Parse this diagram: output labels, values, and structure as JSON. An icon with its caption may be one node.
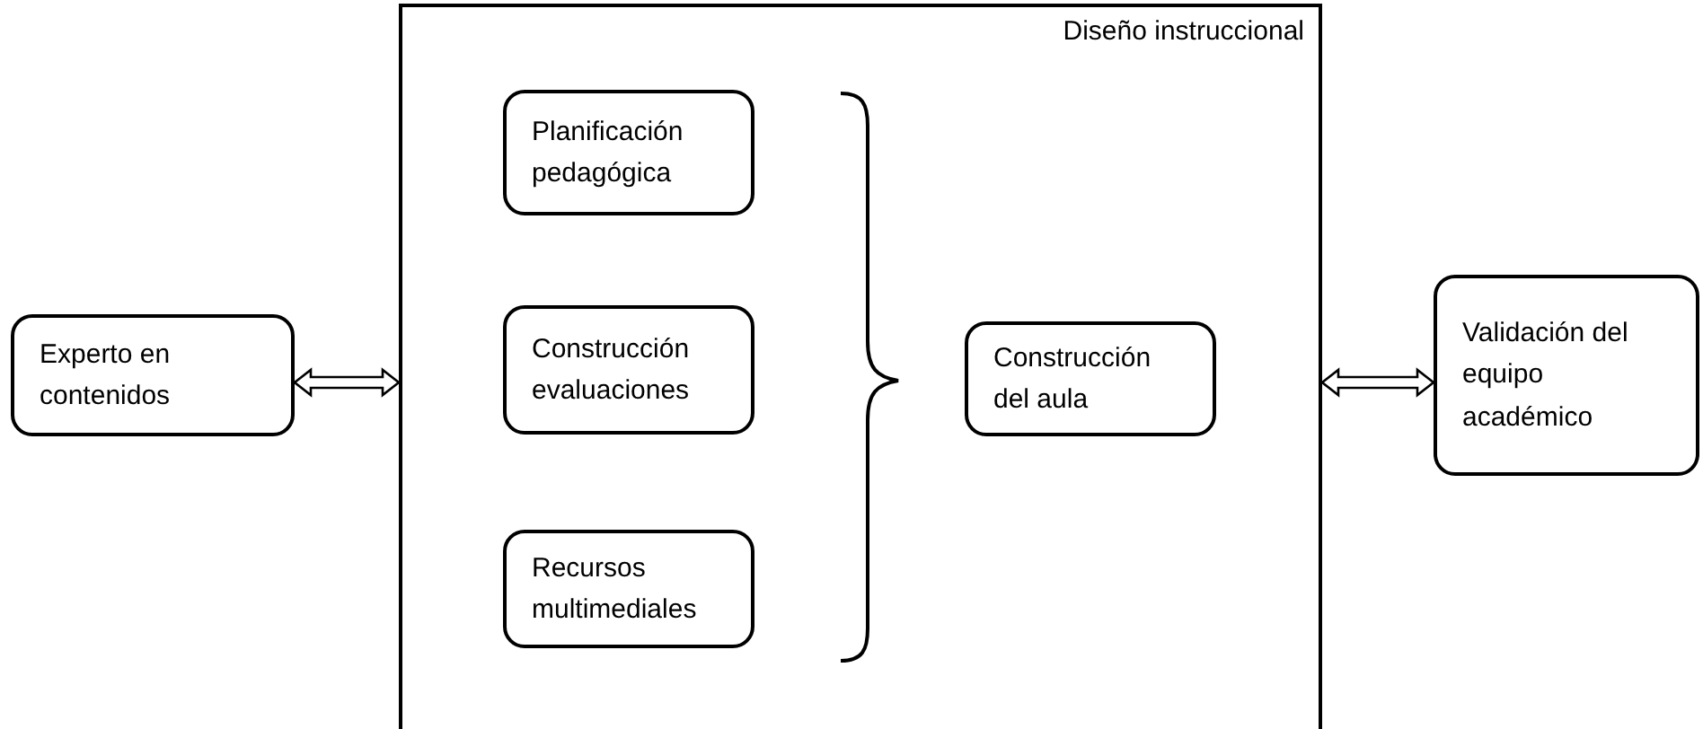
{
  "diagram": {
    "nodes": [
      {
        "text": [
          "Diseño instruccional"
        ]
      },
      {
        "text": [
          "Planificación pedagógica"
        ],
        "in": 0
      },
      {
        "text": [
          "Construcción evaluaciones"
        ],
        "in": 0
      },
      {
        "text": [
          "Recursos multimediales"
        ],
        "in": 0
      },
      {
        "text": [
          "Construcción del aula"
        ],
        "in": 0
      },
      {
        "text": [
          "Experto en contenidos"
        ]
      },
      {
        "text": [
          "Validación del equipo académico"
        ]
      }
    ],
    "edges": [
      {
        "from": 5,
        "to": 0,
        "arrow": "both"
      },
      {
        "from": 0,
        "to": 6,
        "arrow": "both"
      }
    ]
  }
}
